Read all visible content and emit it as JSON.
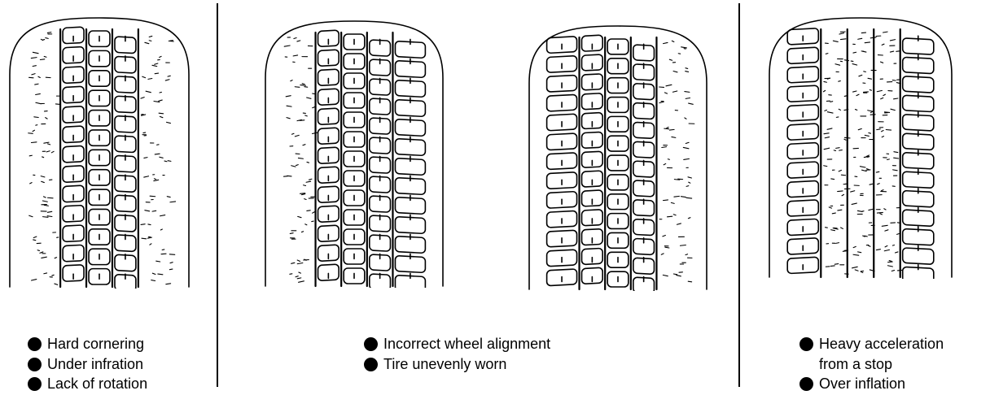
{
  "panels": [
    {
      "id": "left",
      "captions": [
        {
          "text": "Hard cornering",
          "bullet": true
        },
        {
          "text": "Under infration",
          "bullet": true
        },
        {
          "text": "Lack of rotation",
          "bullet": true
        }
      ]
    },
    {
      "id": "middle",
      "captions": [
        {
          "text": "Incorrect wheel alignment",
          "bullet": true
        },
        {
          "text": "Tire unevenly worn",
          "bullet": true
        }
      ]
    },
    {
      "id": "right",
      "captions": [
        {
          "text": "Heavy acceleration",
          "bullet": true
        },
        {
          "text": "from a stop",
          "bullet": false
        },
        {
          "text": "Over inflation",
          "bullet": true
        }
      ]
    }
  ],
  "tires": [
    {
      "wear": "both-shoulders"
    },
    {
      "wear": "left-shoulder"
    },
    {
      "wear": "right-shoulder"
    },
    {
      "wear": "center"
    }
  ],
  "colors": {
    "ink": "#000000",
    "paper": "#ffffff"
  }
}
